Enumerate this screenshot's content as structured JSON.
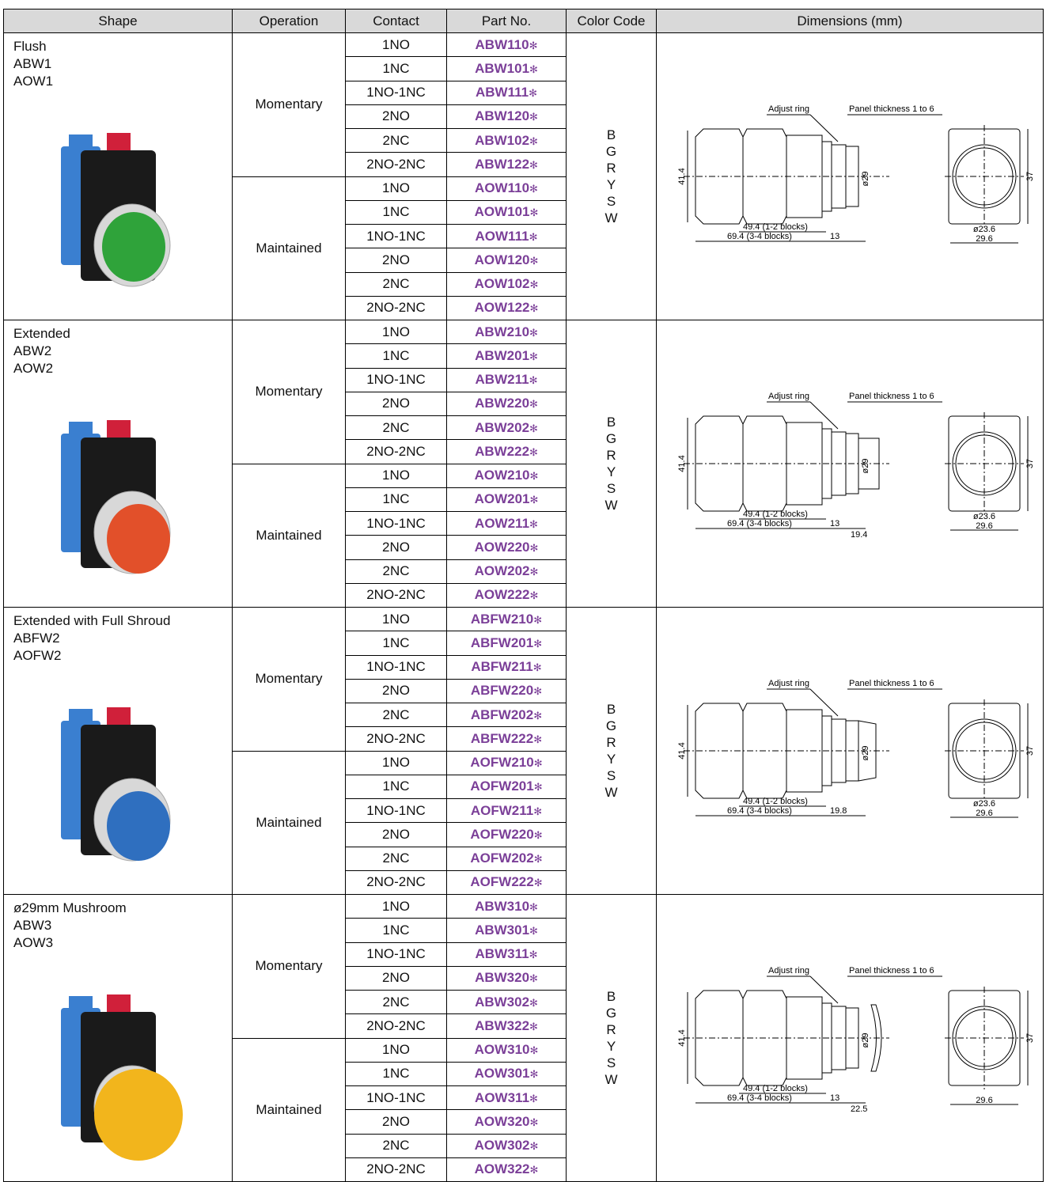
{
  "header": {
    "shape": "Shape",
    "operation": "Operation",
    "contact": "Contact",
    "part_no": "Part No.",
    "color_code": "Color Code",
    "dimensions": "Dimensions (mm)"
  },
  "groups": [
    {
      "shape": [
        "Flush",
        "ABW1",
        "AOW1"
      ],
      "button_color": "#2fa33a",
      "style": "flush",
      "color_codes": [
        "B",
        "G",
        "R",
        "Y",
        "S",
        "W"
      ],
      "ops": [
        {
          "label": "Momentary",
          "rows": [
            [
              "1NO",
              "ABW110"
            ],
            [
              "1NC",
              "ABW101"
            ],
            [
              "1NO-1NC",
              "ABW111"
            ],
            [
              "2NO",
              "ABW120"
            ],
            [
              "2NC",
              "ABW102"
            ],
            [
              "2NO-2NC",
              "ABW122"
            ]
          ]
        },
        {
          "label": "Maintained",
          "rows": [
            [
              "1NO",
              "AOW110"
            ],
            [
              "1NC",
              "AOW101"
            ],
            [
              "1NO-1NC",
              "AOW111"
            ],
            [
              "2NO",
              "AOW120"
            ],
            [
              "2NC",
              "AOW102"
            ],
            [
              "2NO-2NC",
              "AOW122"
            ]
          ]
        }
      ],
      "dims": {
        "adjust": "Adjust ring",
        "panel": "Panel thickness 1 to 6",
        "h": "41.4",
        "dia": "ø29",
        "sq": "37",
        "b12": "49.4 (1-2 blocks)",
        "b34": "69.4 (3-4 blocks)",
        "ext1": "13",
        "ext2": "",
        "inner": "ø23.6",
        "width": "29.6"
      }
    },
    {
      "shape": [
        "Extended",
        "ABW2",
        "AOW2"
      ],
      "button_color": "#e2502a",
      "style": "extended",
      "color_codes": [
        "B",
        "G",
        "R",
        "Y",
        "S",
        "W"
      ],
      "ops": [
        {
          "label": "Momentary",
          "rows": [
            [
              "1NO",
              "ABW210"
            ],
            [
              "1NC",
              "ABW201"
            ],
            [
              "1NO-1NC",
              "ABW211"
            ],
            [
              "2NO",
              "ABW220"
            ],
            [
              "2NC",
              "ABW202"
            ],
            [
              "2NO-2NC",
              "ABW222"
            ]
          ]
        },
        {
          "label": "Maintained",
          "rows": [
            [
              "1NO",
              "AOW210"
            ],
            [
              "1NC",
              "AOW201"
            ],
            [
              "1NO-1NC",
              "AOW211"
            ],
            [
              "2NO",
              "AOW220"
            ],
            [
              "2NC",
              "AOW202"
            ],
            [
              "2NO-2NC",
              "AOW222"
            ]
          ]
        }
      ],
      "dims": {
        "adjust": "Adjust ring",
        "panel": "Panel thickness 1 to 6",
        "h": "41.4",
        "dia": "ø29",
        "sq": "37",
        "b12": "49.4 (1-2 blocks)",
        "b34": "69.4 (3-4 blocks)",
        "ext1": "13",
        "ext2": "19.4",
        "inner": "ø23.6",
        "width": "29.6"
      }
    },
    {
      "shape": [
        "Extended with Full Shroud",
        "ABFW2",
        "AOFW2"
      ],
      "button_color": "#2f6fbf",
      "style": "shroud",
      "color_codes": [
        "B",
        "G",
        "R",
        "Y",
        "S",
        "W"
      ],
      "ops": [
        {
          "label": "Momentary",
          "rows": [
            [
              "1NO",
              "ABFW210"
            ],
            [
              "1NC",
              "ABFW201"
            ],
            [
              "1NO-1NC",
              "ABFW211"
            ],
            [
              "2NO",
              "ABFW220"
            ],
            [
              "2NC",
              "ABFW202"
            ],
            [
              "2NO-2NC",
              "ABFW222"
            ]
          ]
        },
        {
          "label": "Maintained",
          "rows": [
            [
              "1NO",
              "AOFW210"
            ],
            [
              "1NC",
              "AOFW201"
            ],
            [
              "1NO-1NC",
              "AOFW211"
            ],
            [
              "2NO",
              "AOFW220"
            ],
            [
              "2NC",
              "AOFW202"
            ],
            [
              "2NO-2NC",
              "AOFW222"
            ]
          ]
        }
      ],
      "dims": {
        "adjust": "Adjust ring",
        "panel": "Panel thickness 1 to 6",
        "h": "41.4",
        "dia": "ø29",
        "sq": "37",
        "b12": "49.4 (1-2 blocks)",
        "b34": "69.4 (3-4 blocks)",
        "ext1": "19.8",
        "ext2": "",
        "inner": "ø23.6",
        "width": "29.6"
      }
    },
    {
      "shape": [
        "ø29mm Mushroom",
        "ABW3",
        "AOW3"
      ],
      "button_color": "#f2b51c",
      "style": "mushroom",
      "color_codes": [
        "B",
        "G",
        "R",
        "Y",
        "S",
        "W"
      ],
      "ops": [
        {
          "label": "Momentary",
          "rows": [
            [
              "1NO",
              "ABW310"
            ],
            [
              "1NC",
              "ABW301"
            ],
            [
              "1NO-1NC",
              "ABW311"
            ],
            [
              "2NO",
              "ABW320"
            ],
            [
              "2NC",
              "ABW302"
            ],
            [
              "2NO-2NC",
              "ABW322"
            ]
          ]
        },
        {
          "label": "Maintained",
          "rows": [
            [
              "1NO",
              "AOW310"
            ],
            [
              "1NC",
              "AOW301"
            ],
            [
              "1NO-1NC",
              "AOW311"
            ],
            [
              "2NO",
              "AOW320"
            ],
            [
              "2NC",
              "AOW302"
            ],
            [
              "2NO-2NC",
              "AOW322"
            ]
          ]
        }
      ],
      "dims": {
        "adjust": "Adjust ring",
        "panel": "Panel thickness 1 to 6",
        "h": "41.4",
        "dia": "ø29",
        "sq": "37",
        "b12": "49.4 (1-2 blocks)",
        "b34": "69.4 (3-4 blocks)",
        "ext1": "13",
        "ext2": "22.5",
        "inner": "",
        "width": "29.6"
      }
    }
  ],
  "asterisk": "✻",
  "colors": {
    "part_no": "#7b3f98",
    "header_bg": "#d9d9d9",
    "contact_block": "#3a7fd0",
    "contact_red": "#d0203a",
    "body": "#1a1a1a"
  }
}
